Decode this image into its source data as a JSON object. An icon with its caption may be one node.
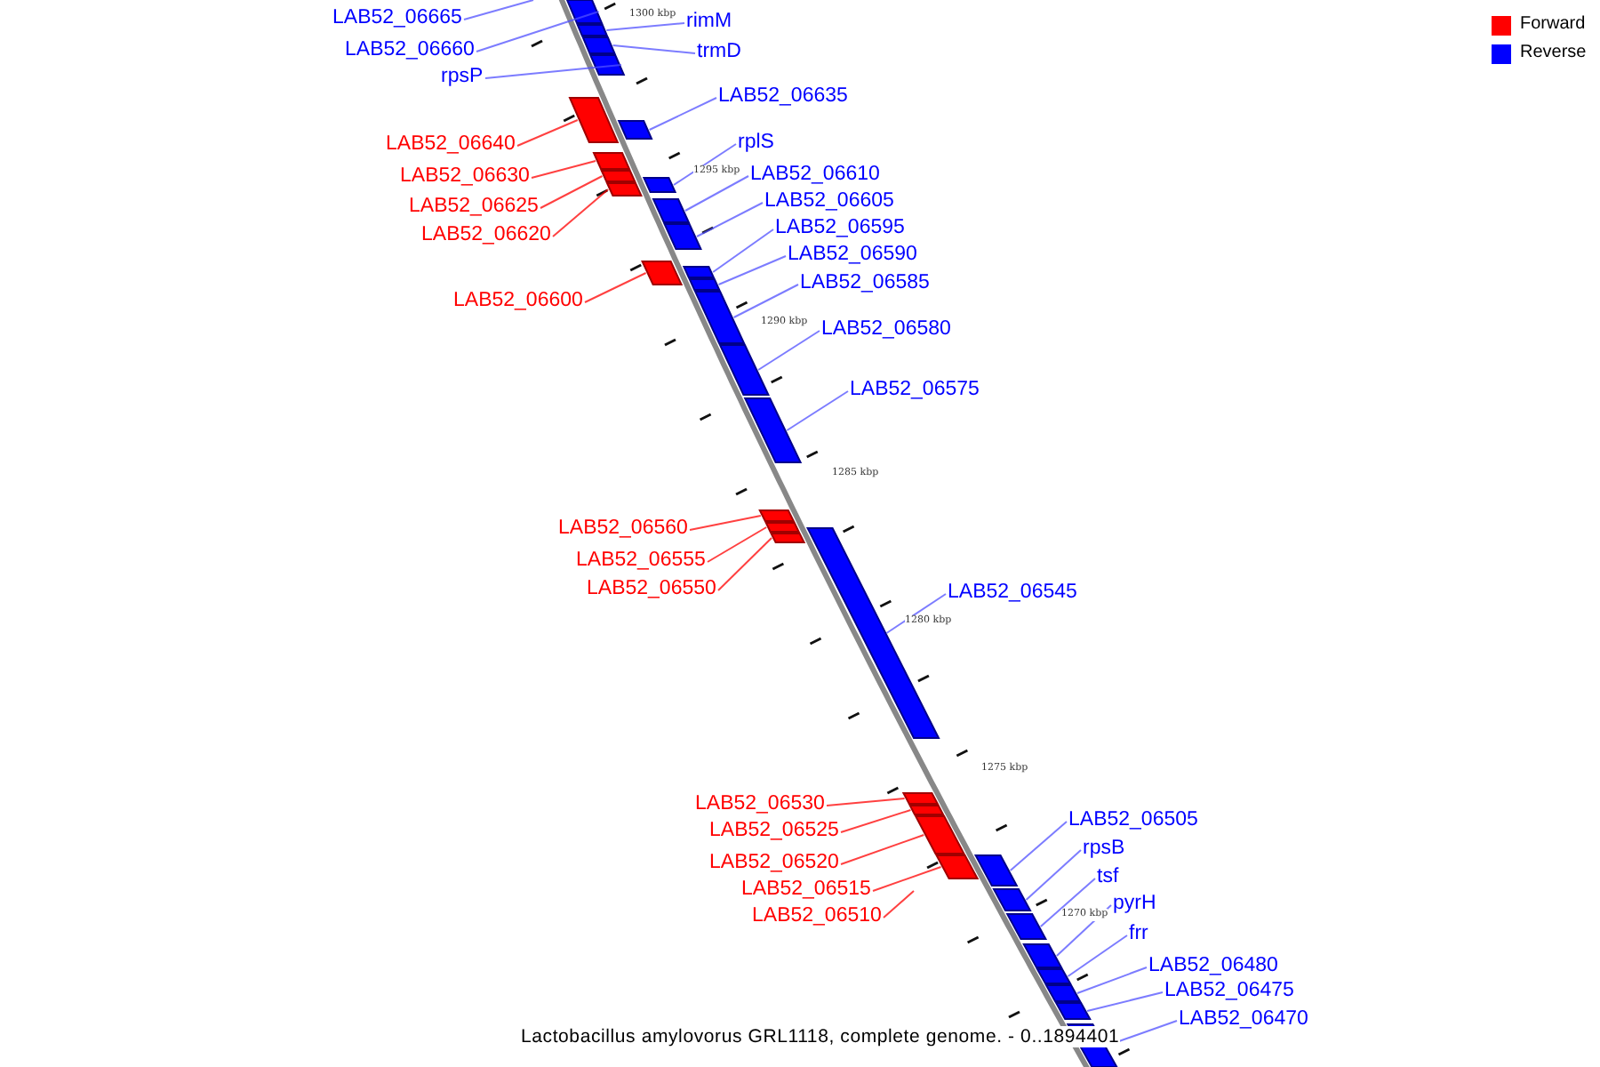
{
  "diagram": {
    "caption": "Lactobacillus amylovorus GRL1118, complete genome. - 0..1894401",
    "nodes": [
      {
        "text": [
          "LAB52_06665"
        ]
      },
      {
        "text": [
          "LAB52_06660"
        ]
      },
      {
        "text": [],
        "shape": "bar"
      },
      {
        "text": [
          "rimM"
        ]
      },
      {
        "text": [],
        "shape": "bar"
      },
      {
        "text": [
          "trmD"
        ]
      },
      {
        "text": [],
        "shape": "bar"
      },
      {
        "text": [
          "rpsP"
        ]
      },
      {
        "text": [],
        "shape": "bar"
      },
      {
        "text": [
          "LAB52_06635"
        ]
      },
      {
        "text": [],
        "shape": "bar"
      },
      {
        "text": [
          "LAB52_06640"
        ]
      },
      {
        "text": [],
        "shape": "bar"
      },
      {
        "text": [
          "rplS"
        ]
      },
      {
        "text": [],
        "shape": "bar"
      },
      {
        "text": [
          "LAB52_06610"
        ]
      },
      {
        "text": [],
        "shape": "bar"
      },
      {
        "text": [
          "LAB52_06630"
        ]
      },
      {
        "text": [],
        "shape": "bar"
      },
      {
        "text": [
          "LAB52_06605"
        ]
      },
      {
        "text": [],
        "shape": "bar"
      },
      {
        "text": [
          "LAB52_06625"
        ]
      },
      {
        "text": [],
        "shape": "bar"
      },
      {
        "text": [
          "LAB52_06595"
        ]
      },
      {
        "text": [],
        "shape": "bar"
      },
      {
        "text": [
          "LAB52_06620"
        ]
      },
      {
        "text": [],
        "shape": "bar"
      },
      {
        "text": [
          "LAB52_06590"
        ]
      },
      {
        "text": [],
        "shape": "bar"
      },
      {
        "text": [
          "LAB52_06585"
        ]
      },
      {
        "text": [],
        "shape": "bar"
      },
      {
        "text": [
          "LAB52_06600"
        ]
      },
      {
        "text": [],
        "shape": "bar"
      },
      {
        "text": [
          "LAB52_06580"
        ]
      },
      {
        "text": [],
        "shape": "bar"
      },
      {
        "text": [
          "LAB52_06575"
        ]
      },
      {
        "text": [],
        "shape": "bar"
      },
      {
        "text": [
          "LAB52_06560"
        ]
      },
      {
        "text": [],
        "shape": "bar"
      },
      {
        "text": [
          "LAB52_06555"
        ]
      },
      {
        "text": [],
        "shape": "bar"
      },
      {
        "text": [
          "LAB52_06550"
        ]
      },
      {
        "text": [],
        "shape": "bar"
      },
      {
        "text": [
          "LAB52_06545"
        ]
      },
      {
        "text": [],
        "shape": "bar"
      },
      {
        "text": [
          "LAB52_06530"
        ]
      },
      {
        "text": [],
        "shape": "bar"
      },
      {
        "text": [
          "LAB52_06505"
        ]
      },
      {
        "text": [],
        "shape": "bar"
      },
      {
        "text": [
          "LAB52_06525"
        ]
      },
      {
        "text": [],
        "shape": "bar"
      },
      {
        "text": [
          "rpsB"
        ]
      },
      {
        "text": [],
        "shape": "bar"
      },
      {
        "text": [
          "LAB52_06520"
        ]
      },
      {
        "text": [],
        "shape": "bar"
      },
      {
        "text": [
          "tsf"
        ]
      },
      {
        "text": [],
        "shape": "bar"
      },
      {
        "text": [
          "LAB52_06515"
        ]
      },
      {
        "text": [],
        "shape": "bar"
      },
      {
        "text": [
          "pyrH"
        ]
      },
      {
        "text": [],
        "shape": "bar"
      },
      {
        "text": [
          "LAB52_06510"
        ]
      },
      {
        "text": [
          "frr"
        ]
      },
      {
        "text": [],
        "shape": "bar"
      },
      {
        "text": [
          "LAB52_06480"
        ]
      },
      {
        "text": [],
        "shape": "bar"
      },
      {
        "text": [
          "LAB52_06475"
        ]
      },
      {
        "text": [],
        "shape": "bar"
      },
      {
        "text": [
          "LAB52_06470"
        ]
      },
      {
        "text": [],
        "shape": "bar"
      }
    ],
    "edges": [
      {
        "from": 0,
        "to": null,
        "arrow": "none"
      },
      {
        "from": 1,
        "to": 2,
        "arrow": "none"
      },
      {
        "from": 3,
        "to": 4,
        "arrow": "none"
      },
      {
        "from": 5,
        "to": 6,
        "arrow": "none"
      },
      {
        "from": 7,
        "to": 8,
        "arrow": "none"
      },
      {
        "from": 9,
        "to": 10,
        "arrow": "none"
      },
      {
        "from": 11,
        "to": 12,
        "arrow": "none",
        "color": "#ff0000"
      },
      {
        "from": 13,
        "to": 14,
        "arrow": "none"
      },
      {
        "from": 15,
        "to": 16,
        "arrow": "none"
      },
      {
        "from": 17,
        "to": 18,
        "arrow": "none",
        "color": "#ff0000"
      },
      {
        "from": 19,
        "to": 20,
        "arrow": "none"
      },
      {
        "from": 21,
        "to": 22,
        "arrow": "none",
        "color": "#ff0000"
      },
      {
        "from": 23,
        "to": 24,
        "arrow": "none"
      },
      {
        "from": 25,
        "to": 26,
        "arrow": "none",
        "color": "#ff0000"
      },
      {
        "from": 27,
        "to": 28,
        "arrow": "none"
      },
      {
        "from": 29,
        "to": 30,
        "arrow": "none"
      },
      {
        "from": 31,
        "to": 32,
        "arrow": "none",
        "color": "#ff0000"
      },
      {
        "from": 33,
        "to": 34,
        "arrow": "none"
      },
      {
        "from": 35,
        "to": 36,
        "arrow": "none"
      },
      {
        "from": 37,
        "to": 38,
        "arrow": "none",
        "color": "#ff0000"
      },
      {
        "from": 39,
        "to": 40,
        "arrow": "none",
        "color": "#ff0000"
      },
      {
        "from": 41,
        "to": 42,
        "arrow": "none",
        "color": "#ff0000"
      },
      {
        "from": 43,
        "to": 44,
        "arrow": "none"
      },
      {
        "from": 45,
        "to": 46,
        "arrow": "none",
        "color": "#ff0000"
      },
      {
        "from": 47,
        "to": 48,
        "arrow": "none"
      },
      {
        "from": 49,
        "to": 50,
        "arrow": "none",
        "color": "#ff0000"
      },
      {
        "from": 51,
        "to": 52,
        "arrow": "none"
      },
      {
        "from": 53,
        "to": 54,
        "arrow": "none",
        "color": "#ff0000"
      },
      {
        "from": 55,
        "to": 56,
        "arrow": "none"
      },
      {
        "from": 57,
        "to": 58,
        "arrow": "none",
        "color": "#ff0000"
      },
      {
        "from": 59,
        "to": 60,
        "arrow": "none"
      },
      {
        "from": 61,
        "to": null,
        "arrow": "none",
        "color": "#ff0000"
      },
      {
        "from": 62,
        "to": 63,
        "arrow": "none"
      },
      {
        "from": 64,
        "to": 65,
        "arrow": "none"
      },
      {
        "from": 66,
        "to": 67,
        "arrow": "none"
      },
      {
        "from": 68,
        "to": 69,
        "arrow": "none"
      }
    ],
    "labels": [
      "1300 kbp",
      "1295 kbp",
      "1290 kbp",
      "1285 kbp",
      "1280 kbp",
      "1275 kbp",
      "1270 kbp"
    ],
    "legend": [
      {
        "text": "Forward",
        "color": "#ff0000"
      },
      {
        "text": "Reverse",
        "color": "#0000ff"
      }
    ]
  }
}
